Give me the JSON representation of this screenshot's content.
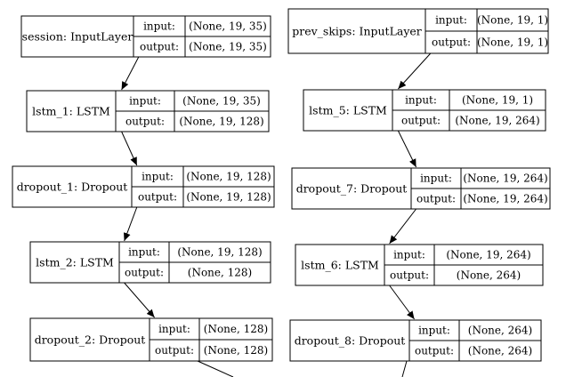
{
  "nodes": [
    {
      "id": "session",
      "name": "session: InputLayer",
      "input_label": "input:",
      "input_shape": "(None, 19, 35)",
      "output_label": "output:",
      "output_shape": "(None, 19, 35)"
    },
    {
      "id": "lstm_1",
      "name": "lstm_1: LSTM",
      "input_label": "input:",
      "input_shape": "(None, 19, 35)",
      "output_label": "output:",
      "output_shape": "(None, 19, 128)"
    },
    {
      "id": "dropout_1",
      "name": "dropout_1: Dropout",
      "input_label": "input:",
      "input_shape": "(None, 19, 128)",
      "output_label": "output:",
      "output_shape": "(None, 19, 128)"
    },
    {
      "id": "lstm_2",
      "name": "lstm_2: LSTM",
      "input_label": "input:",
      "input_shape": "(None, 19, 128)",
      "output_label": "output:",
      "output_shape": "(None, 128)"
    },
    {
      "id": "dropout_2",
      "name": "dropout_2: Dropout",
      "input_label": "input:",
      "input_shape": "(None, 128)",
      "output_label": "output:",
      "output_shape": "(None, 128)"
    },
    {
      "id": "prev_skips",
      "name": "prev_skips: InputLayer",
      "input_label": "input:",
      "input_shape": "(None, 19, 1)",
      "output_label": "output:",
      "output_shape": "(None, 19, 1)"
    },
    {
      "id": "lstm_5",
      "name": "lstm_5: LSTM",
      "input_label": "input:",
      "input_shape": "(None, 19, 1)",
      "output_label": "output:",
      "output_shape": "(None, 19, 264)"
    },
    {
      "id": "dropout_7",
      "name": "dropout_7: Dropout",
      "input_label": "input:",
      "input_shape": "(None, 19, 264)",
      "output_label": "output:",
      "output_shape": "(None, 19, 264)"
    },
    {
      "id": "lstm_6",
      "name": "lstm_6: LSTM",
      "input_label": "input:",
      "input_shape": "(None, 19, 264)",
      "output_label": "output:",
      "output_shape": "(None, 264)"
    },
    {
      "id": "dropout_8",
      "name": "dropout_8: Dropout",
      "input_label": "input:",
      "input_shape": "(None, 264)",
      "output_label": "output:",
      "output_shape": "(None, 264)"
    }
  ],
  "edges": [
    {
      "from": "session",
      "to": "lstm_1"
    },
    {
      "from": "lstm_1",
      "to": "dropout_1"
    },
    {
      "from": "dropout_1",
      "to": "lstm_2"
    },
    {
      "from": "lstm_2",
      "to": "dropout_2"
    },
    {
      "from": "prev_skips",
      "to": "lstm_5"
    },
    {
      "from": "lstm_5",
      "to": "dropout_7"
    },
    {
      "from": "dropout_7",
      "to": "lstm_6"
    },
    {
      "from": "lstm_6",
      "to": "dropout_8"
    }
  ]
}
